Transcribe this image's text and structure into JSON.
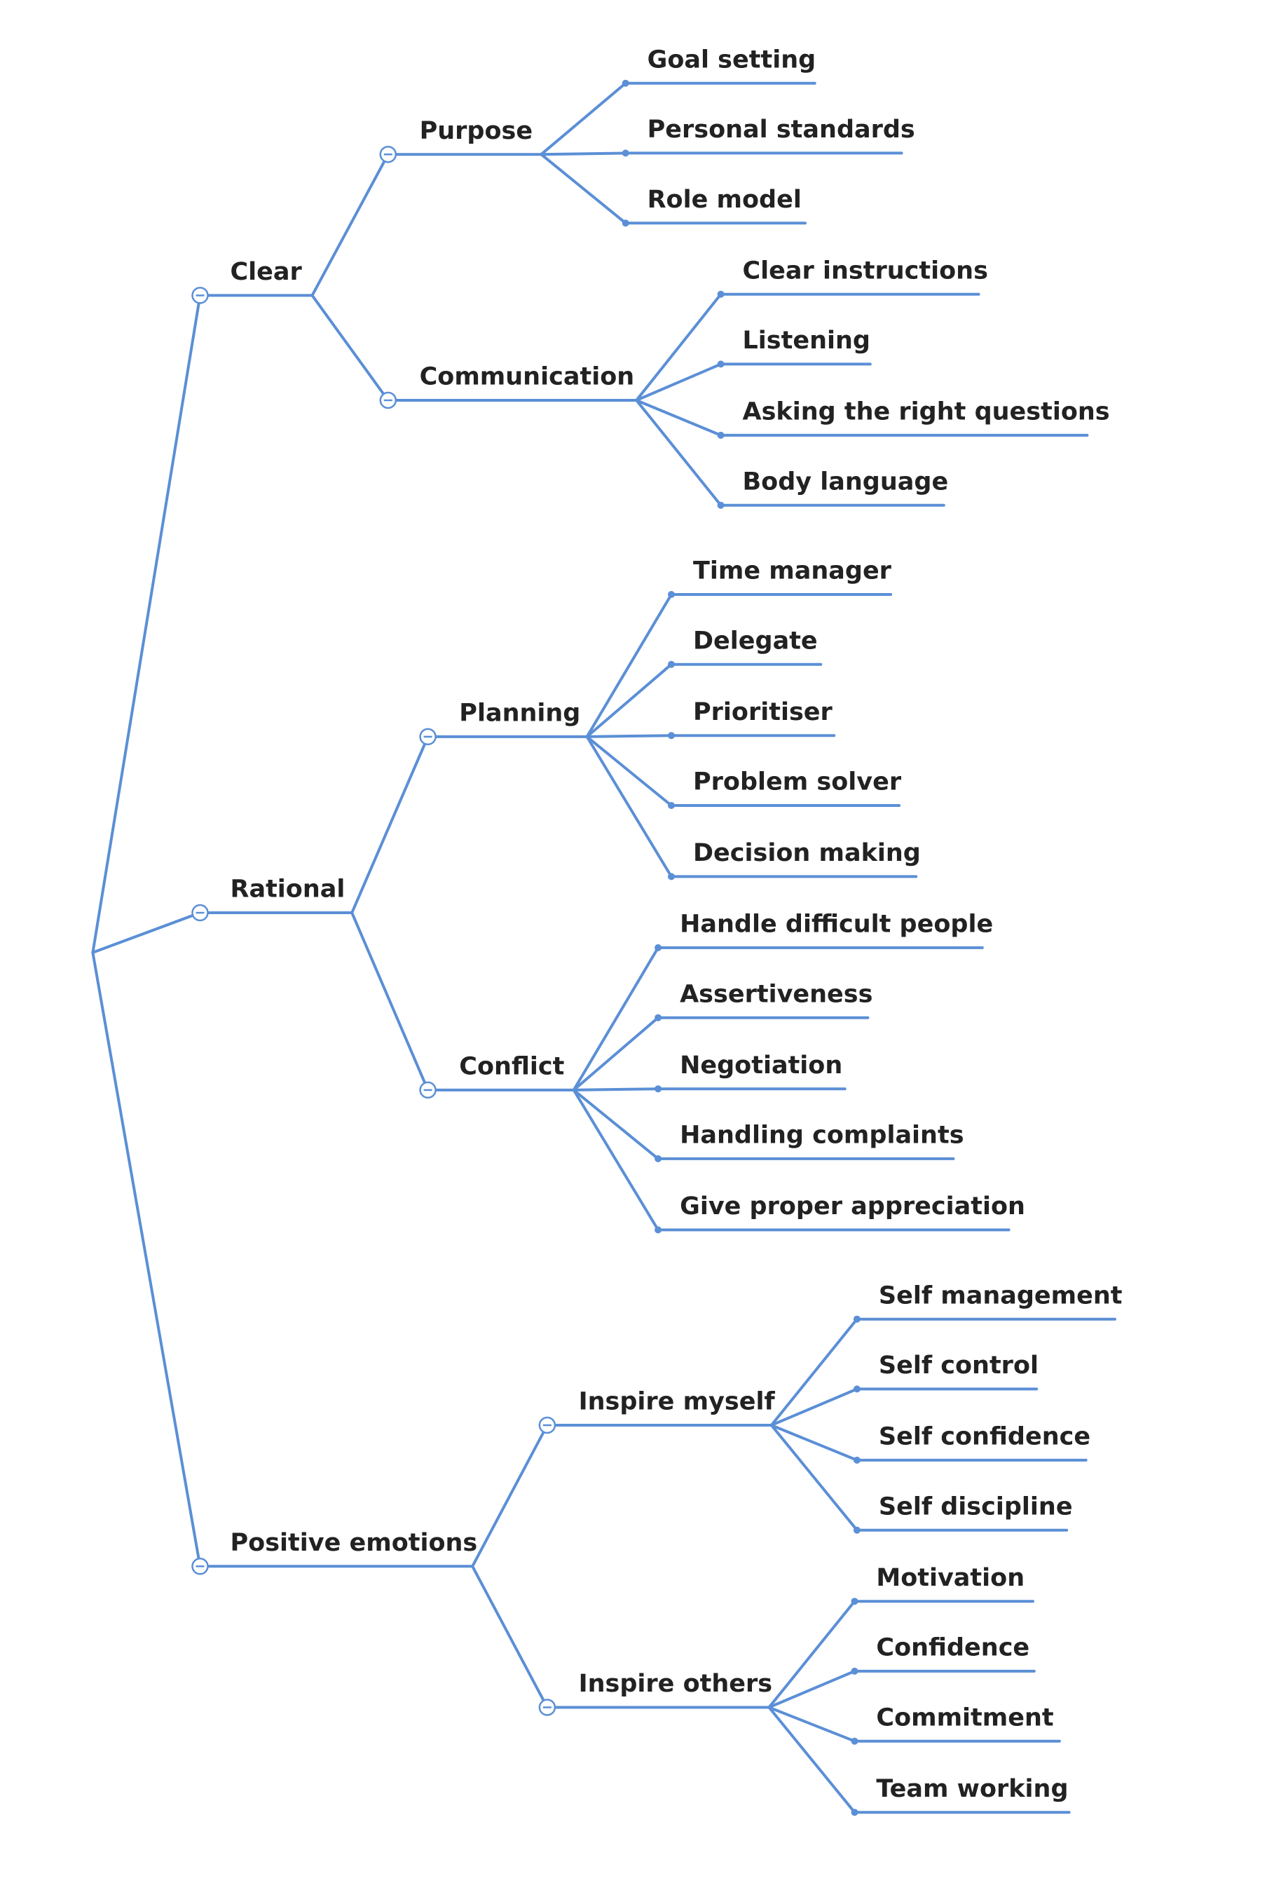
{
  "style": {
    "line_color": "#5b8fd6",
    "text_color": "#222222",
    "background": "#ffffff"
  },
  "mindmap": {
    "branches": [
      {
        "label": "Clear",
        "children": [
          {
            "label": "Purpose",
            "children": [
              "Goal setting",
              "Personal standards",
              "Role model"
            ]
          },
          {
            "label": "Communication",
            "children": [
              "Clear instructions",
              "Listening",
              "Asking the right questions",
              "Body language"
            ]
          }
        ]
      },
      {
        "label": "Rational",
        "children": [
          {
            "label": "Planning",
            "children": [
              "Time manager",
              "Delegate",
              "Prioritiser",
              "Problem solver",
              "Decision making"
            ]
          },
          {
            "label": "Conflict",
            "children": [
              "Handle difficult people",
              "Assertiveness",
              "Negotiation",
              "Handling complaints",
              "Give proper appreciation"
            ]
          }
        ]
      },
      {
        "label": "Positive emotions",
        "children": [
          {
            "label": "Inspire myself",
            "children": [
              "Self management",
              "Self control",
              "Self confidence",
              "Self discipline"
            ]
          },
          {
            "label": "Inspire others",
            "children": [
              "Motivation",
              "Confidence",
              "Commitment",
              "Team working"
            ]
          }
        ]
      }
    ]
  }
}
